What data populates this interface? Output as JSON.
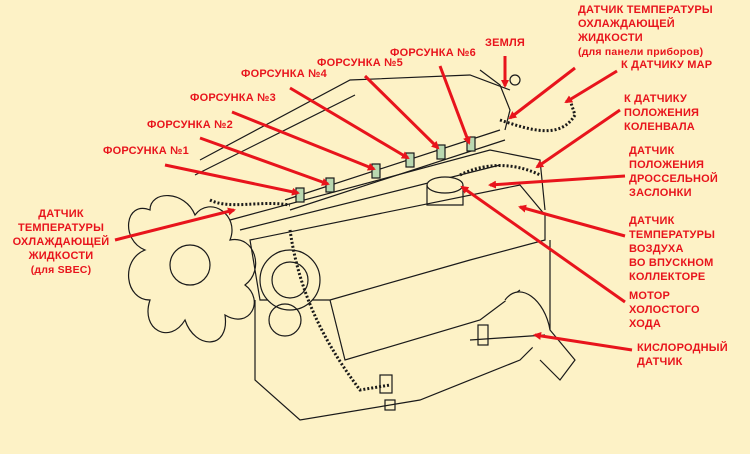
{
  "colors": {
    "background": "#fdf2c6",
    "label": "#e8141c",
    "line_art": "#1a1a1a"
  },
  "labels": {
    "injector_1": "ФОРСУНКА №1",
    "injector_2": "ФОРСУНКА №2",
    "injector_3": "ФОРСУНКА №3",
    "injector_4": "ФОРСУНКА №4",
    "injector_5": "ФОРСУНКА №5",
    "injector_6": "ФОРСУНКА №6",
    "ground": "ЗЕМЛЯ",
    "coolant_temp_panel": [
      "ДАТЧИК ТЕМПЕРАТУРЫ",
      "ОХЛАЖДАЮЩЕЙ",
      "ЖИДКОСТИ",
      "(для панели приборов)"
    ],
    "map_sensor": "К ДАТЧИКУ MAP",
    "crank_sensor": [
      "К ДАТЧИКУ",
      "ПОЛОЖЕНИЯ",
      "КОЛЕНВАЛА"
    ],
    "throttle_sensor": [
      "ДАТЧИК",
      "ПОЛОЖЕНИЯ",
      "ДРОССЕЛЬНОЙ",
      "ЗАСЛОНКИ"
    ],
    "intake_air_temp": [
      "ДАТЧИК",
      "ТЕМПЕРАТУРЫ",
      "ВОЗДУХА",
      "ВО ВПУСКНОМ",
      "КОЛЛЕКТОРЕ"
    ],
    "idle_motor": [
      "МОТОР",
      "ХОЛОСТОГО",
      "ХОДА"
    ],
    "oxygen_sensor": [
      "КИСЛОРОДНЫЙ",
      "ДАТЧИК"
    ],
    "coolant_temp_sbec": [
      "ДАТЧИК",
      "ТЕМПЕРАТУРЫ",
      "ОХЛАЖДАЮЩЕЙ",
      "ЖИДКОСТИ",
      "(для SBEC)"
    ]
  }
}
